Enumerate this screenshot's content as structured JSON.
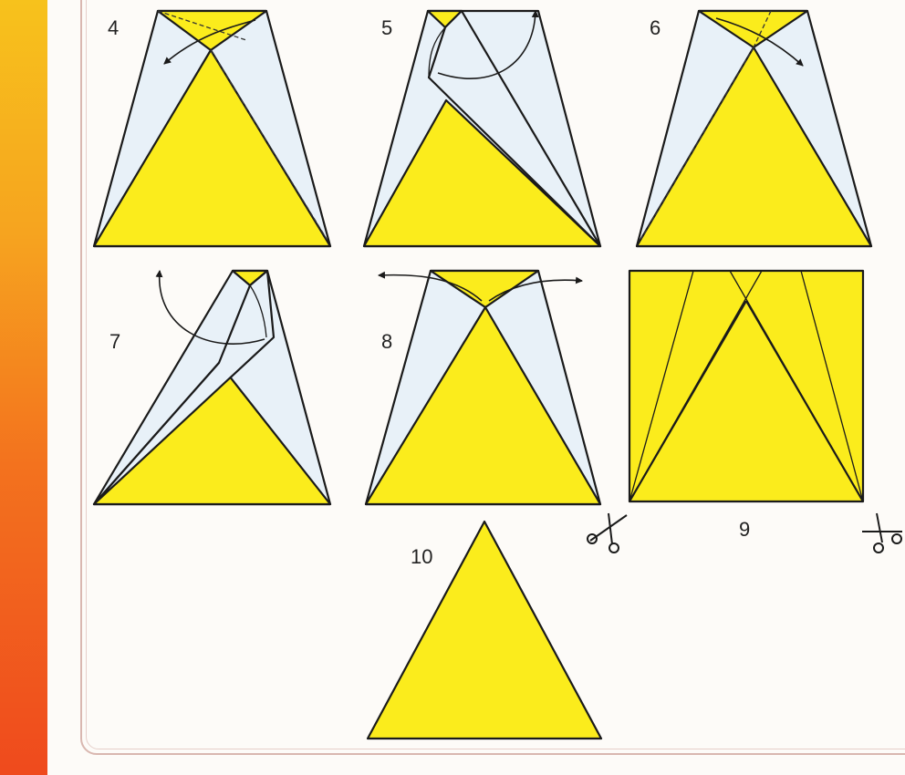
{
  "steps": {
    "s4": "4",
    "s5": "5",
    "s6": "6",
    "s7": "7",
    "s8": "8",
    "s9": "9",
    "s10": "10"
  },
  "colors": {
    "paper_yellow": "#fbec1c",
    "paper_back": "#e8f1f8",
    "side_strip_top": "#f7c21c",
    "side_strip_bottom": "#ef4a1d"
  }
}
